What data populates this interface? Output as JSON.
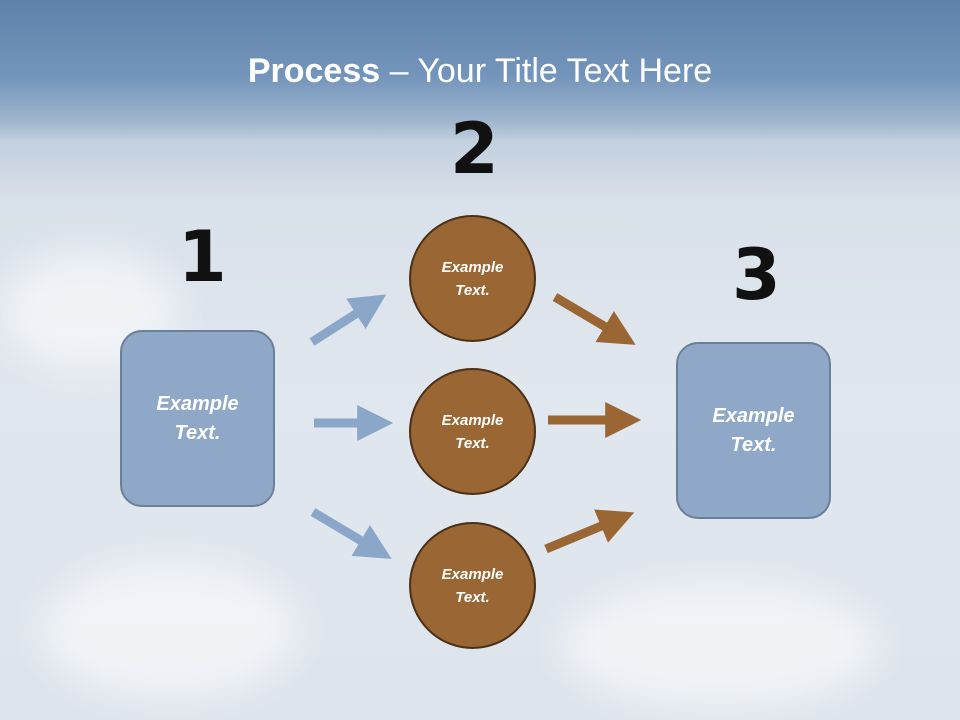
{
  "slide": {
    "title_bold": "Process",
    "title_rest": " – Your Title Text Here",
    "step_numbers": [
      "1",
      "2",
      "3"
    ]
  },
  "diagram": {
    "left_box": "Example Text.",
    "circles": [
      "Example Text.",
      "Example Text.",
      "Example Text."
    ],
    "right_box": "Example Text."
  },
  "colors": {
    "box_fill": "#8fa8c8",
    "circle_fill": "#9a6633",
    "blue_arrow": "#8aa6c8",
    "brown_arrow": "#9a6633"
  }
}
